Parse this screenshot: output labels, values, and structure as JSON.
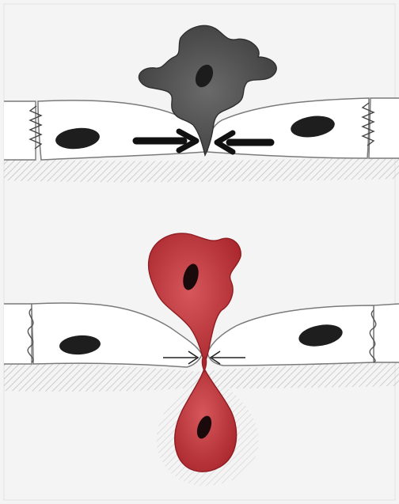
{
  "panels": [
    {
      "id": "top",
      "migrating_cell": {
        "color": "#505050",
        "shade": "#2f2f2f",
        "nucleus": "#1c1c1c"
      },
      "arrows": {
        "style": "bold",
        "color": "#111111"
      },
      "junctions": "zigzag"
    },
    {
      "id": "bottom",
      "migrating_cell": {
        "color": "#c23a3f",
        "shade": "#9e2228",
        "nucleus": "#1a0a0b"
      },
      "arrows": {
        "style": "thin",
        "color": "#222222"
      },
      "junctions": "wavy"
    }
  ],
  "colors": {
    "background": "#f4f4f4",
    "cell_outline": "#7a7a7a",
    "cell_nucleus": "#1e1e1e",
    "membrane_hatch": "#b9b9b9"
  }
}
